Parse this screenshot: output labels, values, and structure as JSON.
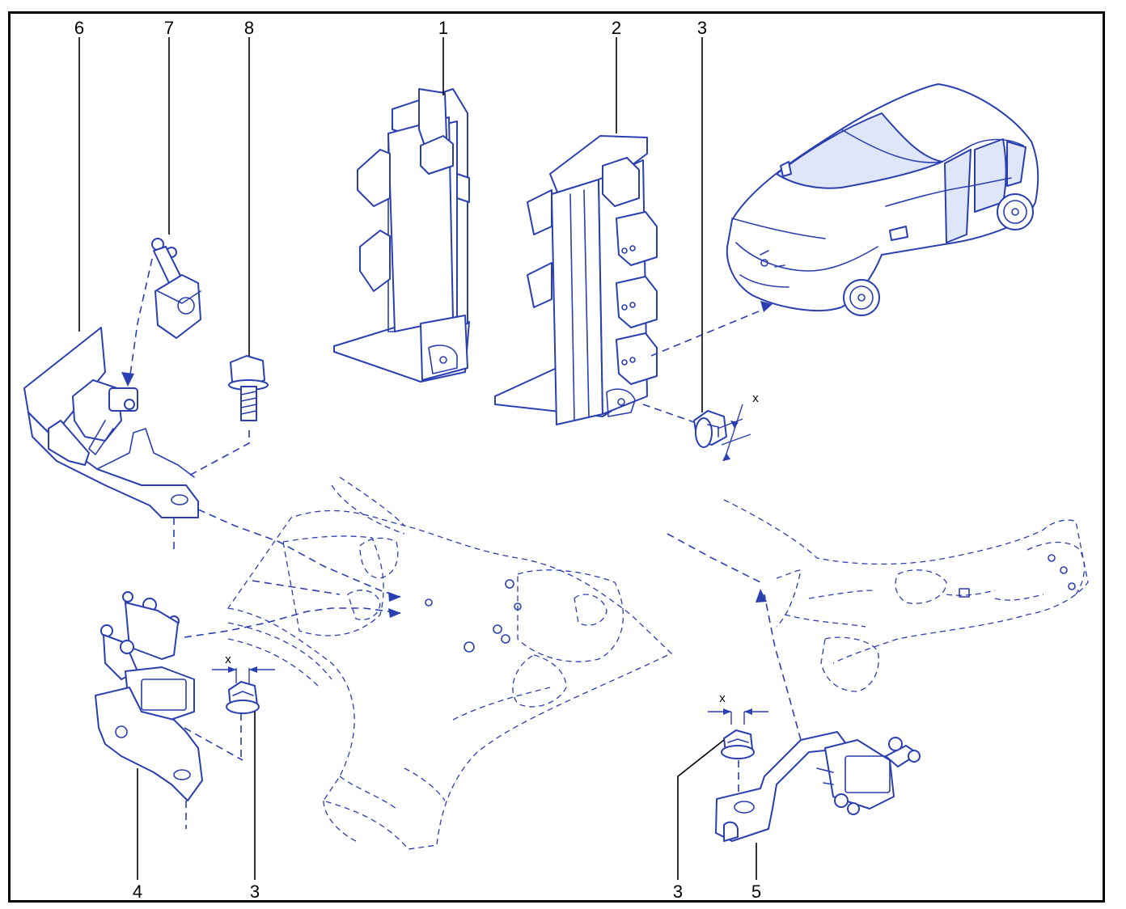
{
  "callouts": {
    "c1": "1",
    "c2": "2",
    "c3a": "3",
    "c3b": "3",
    "c3c": "3",
    "c4": "4",
    "c5": "5",
    "c6": "6",
    "c7": "7",
    "c8": "8"
  },
  "dimensions": {
    "x1": "x",
    "x2": "x",
    "x3": "x"
  },
  "colors": {
    "line": "#2a3fb0",
    "frame": "#000000",
    "text": "#000000"
  }
}
